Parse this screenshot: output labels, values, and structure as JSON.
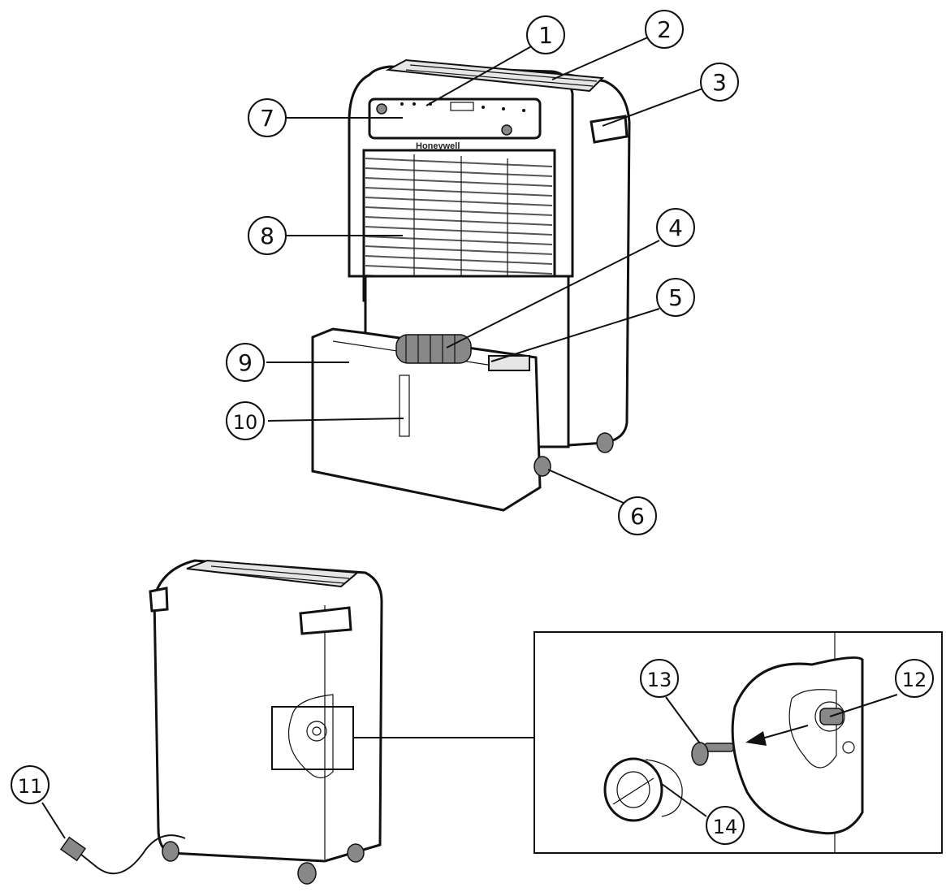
{
  "brand": "Honeywell",
  "callouts": [
    {
      "id": "1",
      "label": "1"
    },
    {
      "id": "2",
      "label": "2"
    },
    {
      "id": "3",
      "label": "3"
    },
    {
      "id": "4",
      "label": "4"
    },
    {
      "id": "5",
      "label": "5"
    },
    {
      "id": "6",
      "label": "6"
    },
    {
      "id": "7",
      "label": "7"
    },
    {
      "id": "8",
      "label": "8"
    },
    {
      "id": "9",
      "label": "9"
    },
    {
      "id": "10",
      "label": "10"
    },
    {
      "id": "11",
      "label": "11"
    },
    {
      "id": "12",
      "label": "12"
    },
    {
      "id": "13",
      "label": "13"
    },
    {
      "id": "14",
      "label": "14"
    }
  ]
}
